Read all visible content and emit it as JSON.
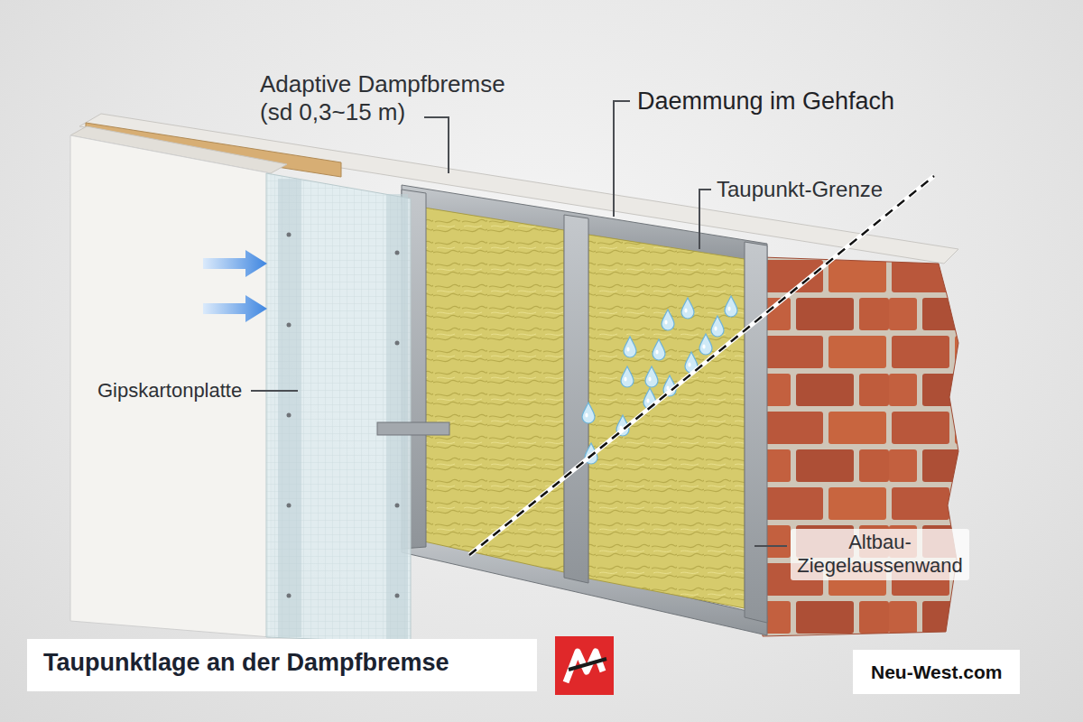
{
  "diagram": {
    "title": "Taupunktlage an der Dampfbremse",
    "labels": [
      "Adaptive Dampfbremse (sd 0,3~15 m)",
      "Daemmung im Gehfach",
      "Taupunkt-Grenze",
      "Gipskartonplatte",
      "Altbau- Ziegelaussenwand",
      "Neu-West.com"
    ]
  }
}
